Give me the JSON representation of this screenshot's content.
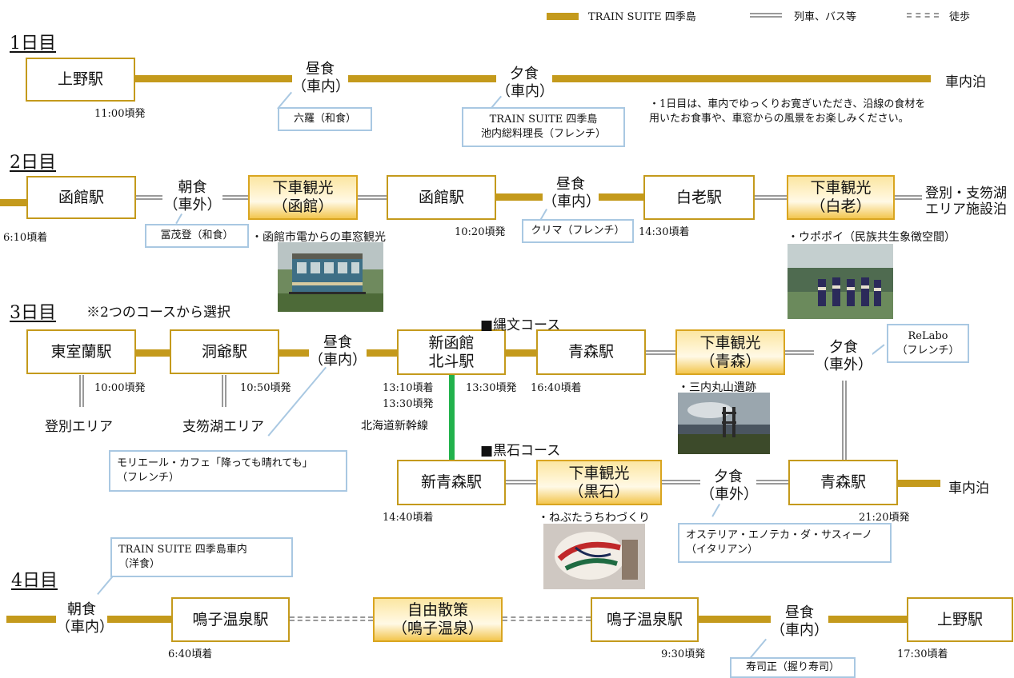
{
  "legend": {
    "train_suite": "TRAIN SUITE 四季島",
    "train_bus": "列車、バス等",
    "walk": "徒歩"
  },
  "days": {
    "d1": {
      "title": "1日目",
      "s_ueno": "上野駅",
      "t_ueno": "11:00頃発",
      "lunch": "昼食\n（車内）",
      "lunch_r": "六羅（和食）",
      "dinner": "夕食\n（車内）",
      "dinner_r": "TRAIN SUITE 四季島\n池内総料理長（フレンチ）",
      "end": "車内泊",
      "note": "・1日目は、車内でゆっくりお寛ぎいただき、沿線の食材を\n用いたお食事や、車窓からの風景をお楽しみください。"
    },
    "d2": {
      "title": "2日目",
      "s_hakodate1": "函館駅",
      "t_hakodate1": "6:10頃着",
      "breakfast": "朝食\n（車外）",
      "breakfast_r": "冨茂登（和食）",
      "tour1": "下車観光\n（函館）",
      "tour1_cap": "・函館市電からの車窓観光",
      "s_hakodate2": "函館駅",
      "t_hakodate2": "10:20頃発",
      "lunch": "昼食\n（車内）",
      "lunch_r": "クリマ（フレンチ）",
      "s_shiraoi": "白老駅",
      "t_shiraoi": "14:30頃着",
      "tour2": "下車観光\n（白老）",
      "tour2_cap": "・ウポポイ（民族共生象徴空間）",
      "end": "登別・支笏湖\nエリア施設泊"
    },
    "d3": {
      "title": "3日目",
      "subtitle": "※2つのコースから選択",
      "s_higashimuroran": "東室蘭駅",
      "t_higashimuroran": "10:00頃発",
      "a_noboribetsu": "登別エリア",
      "s_toya": "洞爺駅",
      "t_toya": "10:50頃発",
      "a_shikotsu": "支笏湖エリア",
      "lunch": "昼食\n（車内）",
      "lunch_r": "モリエール・カフェ「降っても晴れても」\n（フレンチ）",
      "s_shinhakodate": "新函館\n北斗駅",
      "t_shinhakodate_arr": "13:10頃着",
      "t_shinhakodate_dep": "13:30頃発",
      "shinkansen": "北海道新幹線",
      "course1": "■縄文コース",
      "t_13_30": "13:30頃発",
      "s_aomori1": "青森駅",
      "t_aomori1": "16:40頃着",
      "tour_aomori": "下車観光\n（青森）",
      "tour_aomori_cap": "・三内丸山遺跡",
      "dinner": "夕食\n（車外）",
      "dinner_r1": "ReLabo\n（フレンチ）",
      "course2": "■黒石コース",
      "s_shinaomori": "新青森駅",
      "t_shinaomori": "14:40頃着",
      "tour_kuroishi": "下車観光\n（黒石）",
      "tour_kuroishi_cap": "・ねぶたうちわづくり",
      "dinner2": "夕食\n（車外）",
      "dinner_r2": "オステリア・エノテカ・ダ・サスィーノ\n（イタリアン）",
      "s_aomori2": "青森駅",
      "t_aomori2": "21:20頃発",
      "end": "車内泊"
    },
    "d4": {
      "title": "4日目",
      "breakfast": "朝食\n（車内）",
      "breakfast_r": "TRAIN SUITE 四季島車内\n（洋食）",
      "s_naruko1": "鳴子温泉駅",
      "t_naruko1": "6:40頃着",
      "walk": "自由散策\n（鳴子温泉）",
      "s_naruko2": "鳴子温泉駅",
      "t_naruko2": "9:30頃発",
      "lunch": "昼食\n（車内）",
      "lunch_r": "寿司正（握り寿司）",
      "s_ueno": "上野駅",
      "t_ueno": "17:30頃着"
    }
  }
}
